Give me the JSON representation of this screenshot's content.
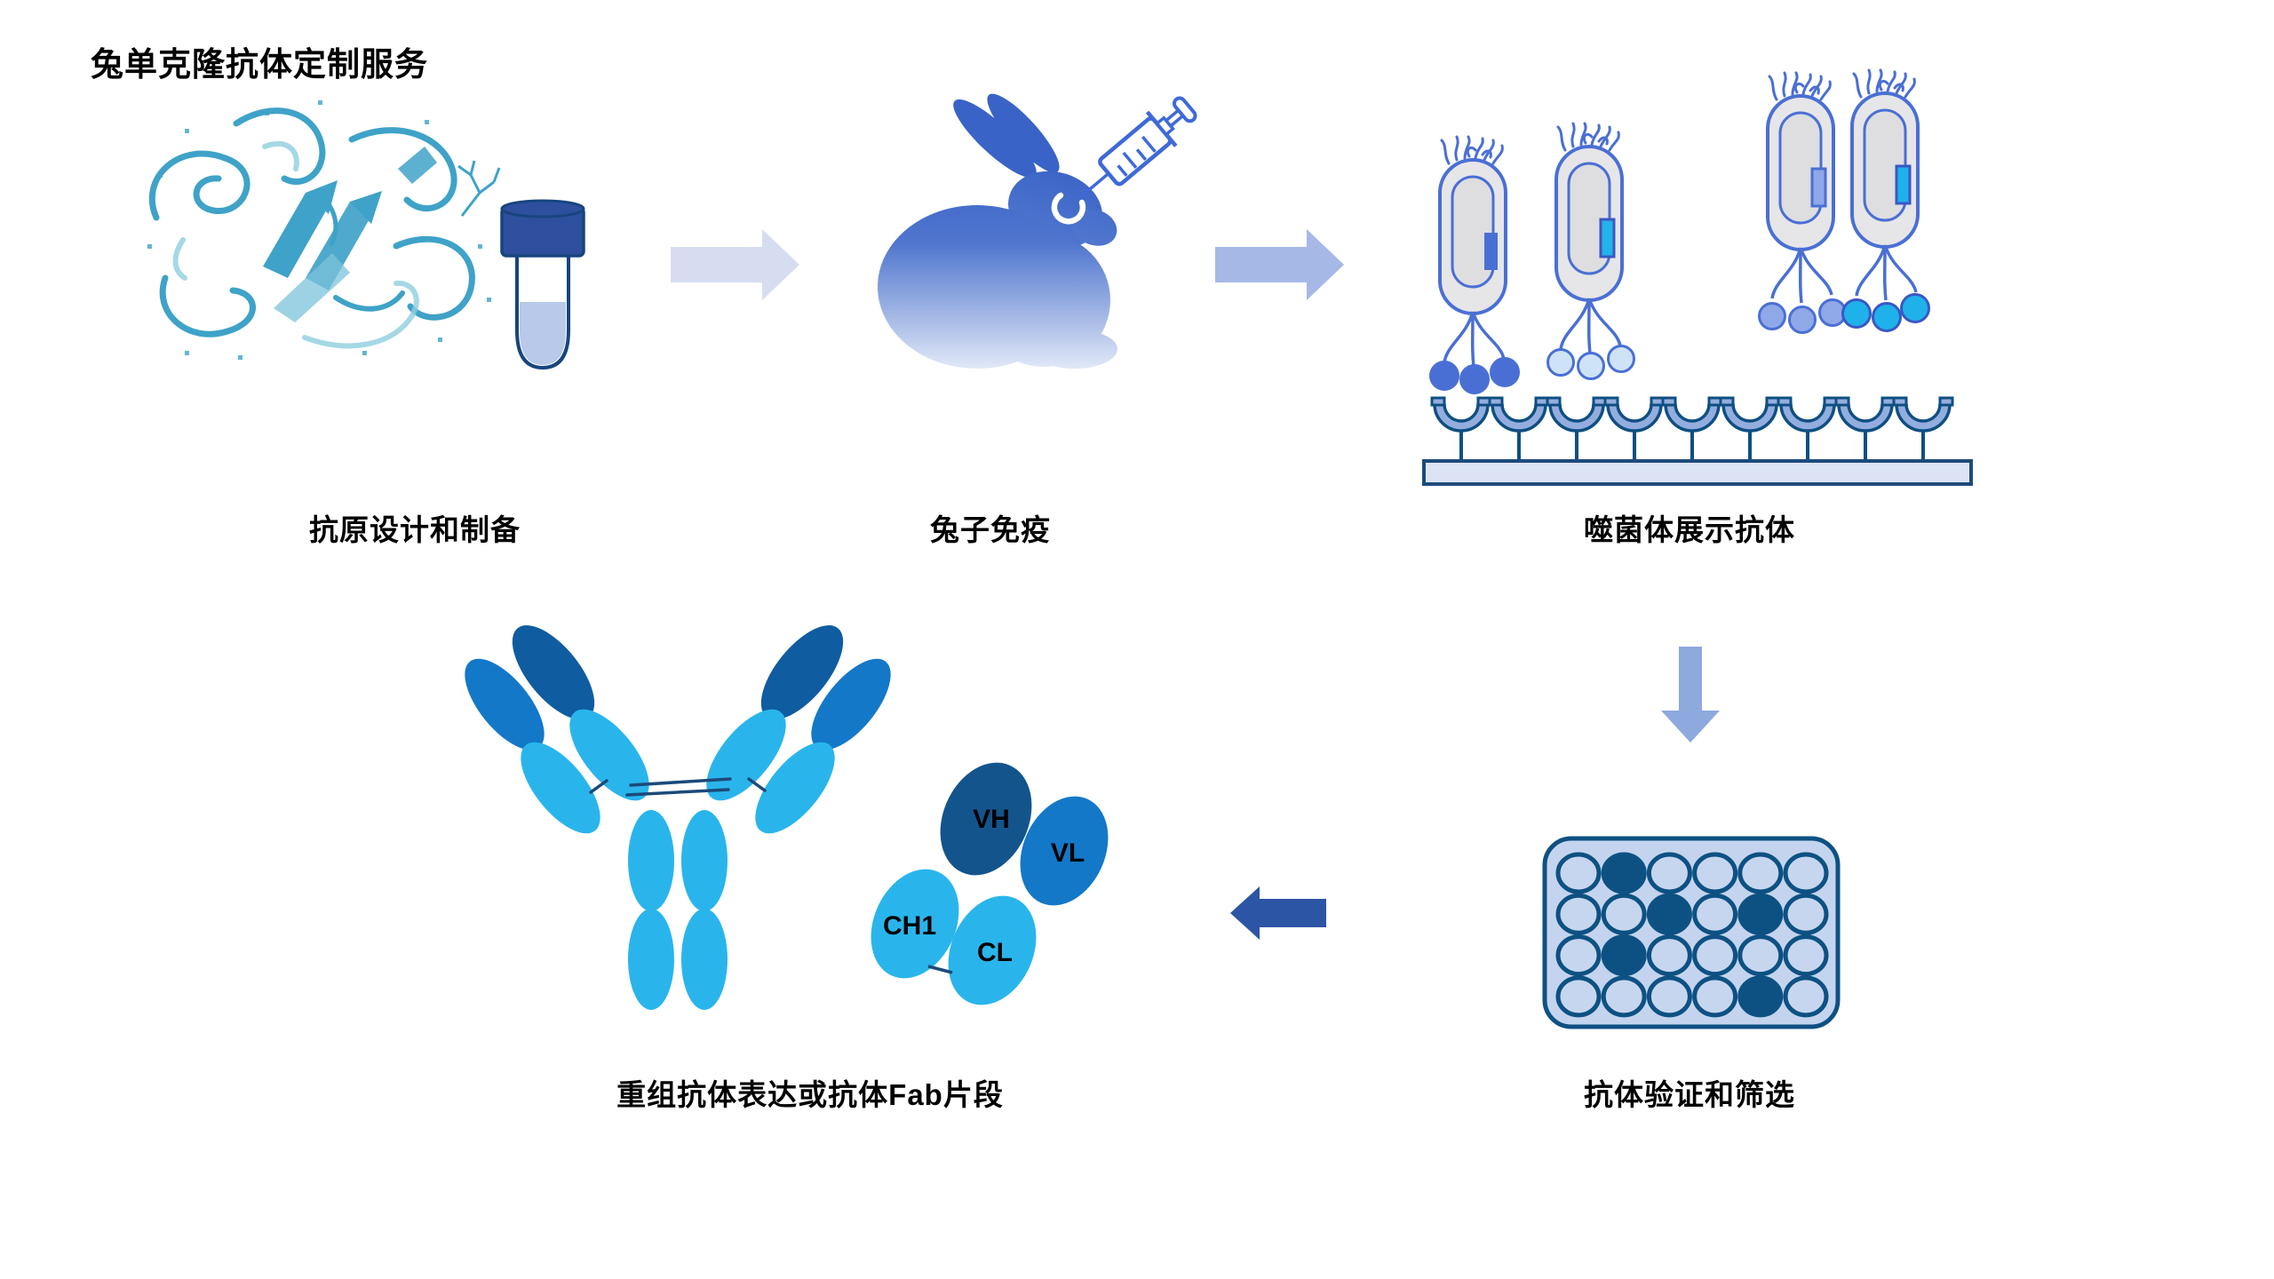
{
  "title": "兔单克隆抗体定制服务",
  "steps": [
    {
      "id": "antigen",
      "label": "抗原设计和制备"
    },
    {
      "id": "immunization",
      "label": "兔子免疫"
    },
    {
      "id": "phage",
      "label": "噬菌体展示抗体"
    },
    {
      "id": "screening",
      "label": "抗体验证和筛选"
    },
    {
      "id": "expression",
      "label": "重组抗体表达或抗体Fab片段"
    }
  ],
  "fab": {
    "vh": "VH",
    "vl": "VL",
    "ch1": "CH1",
    "cl": "CL"
  },
  "plate": {
    "rows": 4,
    "cols": 6,
    "filled_wells": [
      [
        0,
        1
      ],
      [
        1,
        2
      ],
      [
        1,
        4
      ],
      [
        2,
        1
      ],
      [
        3,
        4
      ]
    ]
  },
  "surface": {
    "receptor_count": 9
  },
  "colors": {
    "protein_teal": "#3FA2C8",
    "tube_cap_blue": "#2E4F9E",
    "rabbit_blue": "#3A62C6",
    "syringe_blue": "#3E69D8",
    "arrow_step1": "#D7DDF1",
    "arrow_step2": "#A6B8E6",
    "arrow_step3": "#8EA9DE",
    "arrow_step4": "#2D55A5",
    "phage_outline": "#4A6FD4",
    "phage_body_gray": "#E6E6E8",
    "insert_blue": "#4A6FD4",
    "insert_cyan": "#24B2EA",
    "insert_periwinkle": "#8FA8E8",
    "receptor_fill": "#93AEDE",
    "surface_outline": "#0F4F83",
    "plate_fill": "#C4D4EE",
    "well_dark": "#0D5183",
    "domain_dark": "#0F5CA0",
    "domain_medium": "#1478C8",
    "domain_light": "#29B5EC"
  }
}
